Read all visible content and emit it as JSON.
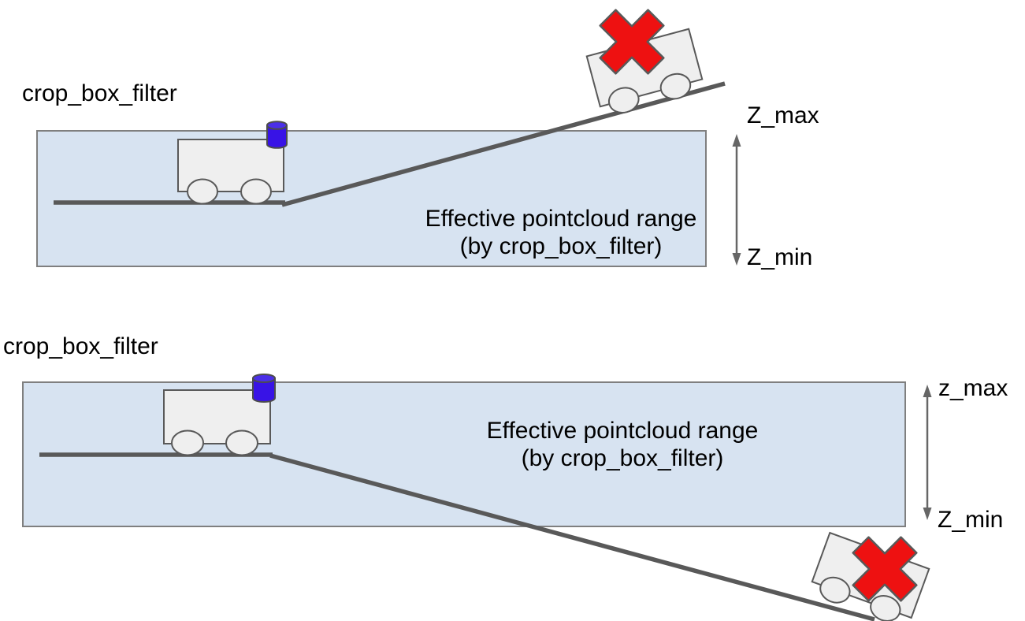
{
  "colors": {
    "page_bg": "#ffffff",
    "range_box_fill": "#d7e3f1",
    "range_box_border": "#7f7f7f",
    "ground_line": "#595959",
    "cart_fill": "#efefef",
    "cart_stroke": "#595959",
    "lidar_body": "#3813e6",
    "lidar_top": "#4b2fe8",
    "lidar_stroke": "#4d4d4d",
    "cross_fill": "#ee1111",
    "cross_stroke": "#595959",
    "arrow": "#666666",
    "text": "#000000"
  },
  "top_diagram": {
    "title": "crop_box_filter",
    "range_label": {
      "line1": "Effective pointcloud range",
      "line2": "(by crop_box_filter)"
    },
    "z_max": "Z_max",
    "z_min": "Z_min"
  },
  "bottom_diagram": {
    "title": "crop_box_filter",
    "range_label": {
      "line1": "Effective pointcloud range",
      "line2": "(by crop_box_filter)"
    },
    "z_max": "z_max",
    "z_min": "Z_min"
  }
}
